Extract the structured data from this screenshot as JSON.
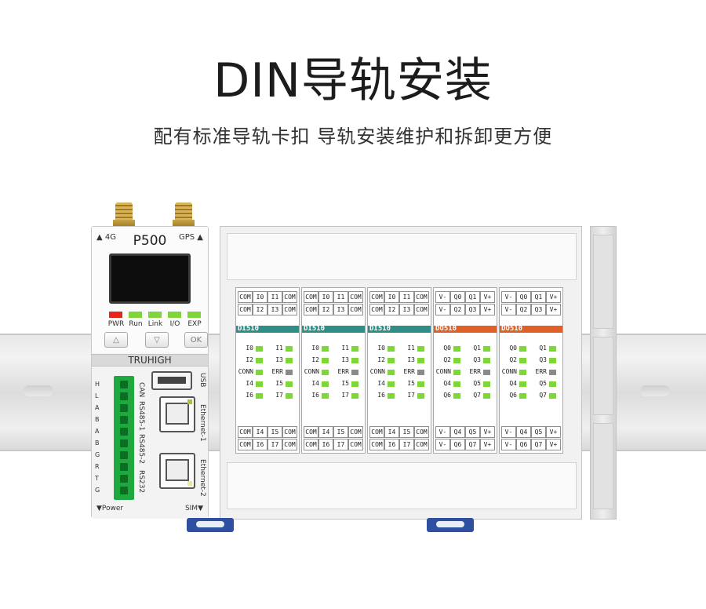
{
  "headline": "DIN导轨安装",
  "subline": "配有标准导轨卡扣  导轨安装维护和拆卸更方便",
  "colors": {
    "led_green": "#7fd63a",
    "led_red": "#e8241b",
    "led_gray": "#8a8a8a",
    "di_bar": "#2f8f86",
    "do_bar": "#e0602a",
    "terminal_green": "#1ea83d",
    "clip_blue": "#2f4fa1"
  },
  "controller": {
    "model": "P500",
    "label_4g": "4G",
    "label_gps": "GPS",
    "brand": "TRUHIGH",
    "leds": [
      {
        "label": "PWR",
        "color": "#e8241b"
      },
      {
        "label": "Run",
        "color": "#7fd63a"
      },
      {
        "label": "Link",
        "color": "#7fd63a"
      },
      {
        "label": "I/O",
        "color": "#7fd63a"
      },
      {
        "label": "EXP",
        "color": "#7fd63a"
      }
    ],
    "buttons": [
      {
        "label": "△"
      },
      {
        "label": "▽"
      },
      {
        "label": "OK"
      }
    ],
    "terminal_labels": [
      "H",
      "L",
      "A",
      "B",
      "A",
      "B",
      "G",
      "R",
      "T",
      "G"
    ],
    "port_labels": {
      "can": "CAN",
      "rs485_1": "RS485-1",
      "rs485_2": "RS485-2",
      "rs232": "RS232",
      "usb": "USB",
      "eth1": "Ethernet-1",
      "eth2": "Ethernet-2",
      "power": "▼Power",
      "sim": "SIM▼"
    }
  },
  "modules": [
    {
      "name": "DI510",
      "type": "di",
      "top_rows": [
        [
          "COM",
          "I0",
          "I1",
          "COM"
        ],
        [
          "COM",
          "I2",
          "I3",
          "COM"
        ]
      ],
      "bottom_rows": [
        [
          "COM",
          "I4",
          "I5",
          "COM"
        ],
        [
          "COM",
          "I6",
          "I7",
          "COM"
        ]
      ],
      "channels": [
        [
          "I0",
          "I1"
        ],
        [
          "I2",
          "I3"
        ],
        [
          "CONN",
          "ERR"
        ],
        [
          "I4",
          "I5"
        ],
        [
          "I6",
          "I7"
        ]
      ]
    },
    {
      "name": "DI510",
      "type": "di",
      "top_rows": [
        [
          "COM",
          "I0",
          "I1",
          "COM"
        ],
        [
          "COM",
          "I2",
          "I3",
          "COM"
        ]
      ],
      "bottom_rows": [
        [
          "COM",
          "I4",
          "I5",
          "COM"
        ],
        [
          "COM",
          "I6",
          "I7",
          "COM"
        ]
      ],
      "channels": [
        [
          "I0",
          "I1"
        ],
        [
          "I2",
          "I3"
        ],
        [
          "CONN",
          "ERR"
        ],
        [
          "I4",
          "I5"
        ],
        [
          "I6",
          "I7"
        ]
      ]
    },
    {
      "name": "DI510",
      "type": "di",
      "top_rows": [
        [
          "COM",
          "I0",
          "I1",
          "COM"
        ],
        [
          "COM",
          "I2",
          "I3",
          "COM"
        ]
      ],
      "bottom_rows": [
        [
          "COM",
          "I4",
          "I5",
          "COM"
        ],
        [
          "COM",
          "I6",
          "I7",
          "COM"
        ]
      ],
      "channels": [
        [
          "I0",
          "I1"
        ],
        [
          "I2",
          "I3"
        ],
        [
          "CONN",
          "ERR"
        ],
        [
          "I4",
          "I5"
        ],
        [
          "I6",
          "I7"
        ]
      ]
    },
    {
      "name": "DO510",
      "type": "do",
      "top_rows": [
        [
          "V-",
          "Q0",
          "Q1",
          "V+"
        ],
        [
          "V-",
          "Q2",
          "Q3",
          "V+"
        ]
      ],
      "bottom_rows": [
        [
          "V-",
          "Q4",
          "Q5",
          "V+"
        ],
        [
          "V-",
          "Q6",
          "Q7",
          "V+"
        ]
      ],
      "channels": [
        [
          "Q0",
          "Q1"
        ],
        [
          "Q2",
          "Q3"
        ],
        [
          "CONN",
          "ERR"
        ],
        [
          "Q4",
          "Q5"
        ],
        [
          "Q6",
          "Q7"
        ]
      ]
    },
    {
      "name": "DO510",
      "type": "do",
      "top_rows": [
        [
          "V-",
          "Q0",
          "Q1",
          "V+"
        ],
        [
          "V-",
          "Q2",
          "Q3",
          "V+"
        ]
      ],
      "bottom_rows": [
        [
          "V-",
          "Q4",
          "Q5",
          "V+"
        ],
        [
          "V-",
          "Q6",
          "Q7",
          "V+"
        ]
      ],
      "channels": [
        [
          "Q0",
          "Q1"
        ],
        [
          "Q2",
          "Q3"
        ],
        [
          "CONN",
          "ERR"
        ],
        [
          "Q4",
          "Q5"
        ],
        [
          "Q6",
          "Q7"
        ]
      ]
    }
  ]
}
